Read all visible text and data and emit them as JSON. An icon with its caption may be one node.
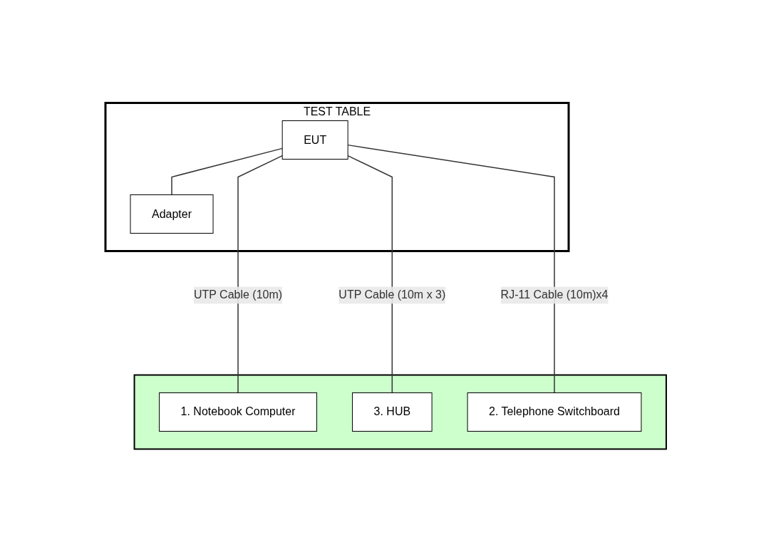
{
  "diagram": {
    "nodes": [
      {
        "text": [
          "TEST TABLE"
        ]
      },
      {
        "text": [
          "EUT"
        ],
        "in": 0
      },
      {
        "text": [
          "Adapter"
        ],
        "in": 0
      },
      {
        "text": [],
        "shape": "box"
      },
      {
        "text": [
          "1. Notebook Computer"
        ],
        "in": 3
      },
      {
        "text": [
          "3. HUB"
        ],
        "in": 3
      },
      {
        "text": [
          "2. Telephone Switchboard"
        ],
        "in": 3
      }
    ],
    "edges": [
      {
        "from": 1,
        "to": 2,
        "arrow": "none"
      },
      {
        "from": 1,
        "to": 4,
        "arrow": "none",
        "label": "UTP Cable (10m)"
      },
      {
        "from": 1,
        "to": 5,
        "arrow": "none",
        "label": "UTP Cable (10m x 3)"
      },
      {
        "from": 1,
        "to": 6,
        "arrow": "none",
        "label": "RJ-11 Cable (10m)x4"
      }
    ]
  }
}
